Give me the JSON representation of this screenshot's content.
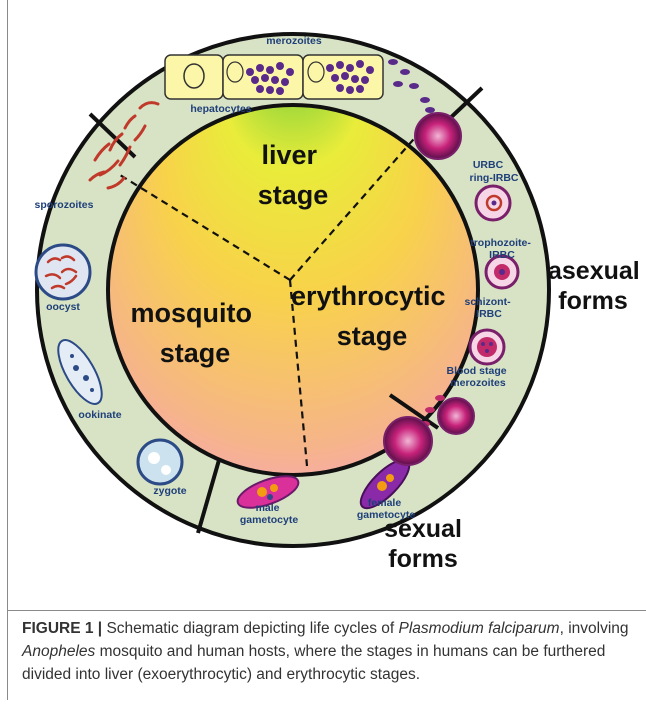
{
  "stages": {
    "liver": [
      "liver",
      "stage"
    ],
    "erythrocytic": [
      "erythrocytic",
      "stage"
    ],
    "mosquito": [
      "mosquito",
      "stage"
    ]
  },
  "forms": {
    "asexual": [
      "asexual",
      "forms"
    ],
    "sexual": [
      "sexual",
      "forms"
    ]
  },
  "labels": {
    "merozoites": "merozoites",
    "hepatocytes": "hepatocytes",
    "urbc": "URBC",
    "ring": "ring-IRBC",
    "trophozoite": [
      "trophozoite-",
      "IRBC"
    ],
    "schizont": [
      "schizont-",
      "IRBC"
    ],
    "blood_stage": [
      "Blood stage",
      "merozoites"
    ],
    "female": [
      "female",
      "gametocyte"
    ],
    "male": [
      "male",
      "gametocyte"
    ],
    "zygote": "zygote",
    "ookinate": "ookinate",
    "oocyst": "oocyst",
    "sporozoites": "sporozoites"
  },
  "caption": {
    "label": "FIGURE 1 |",
    "t1": " Schematic diagram depicting life cycles of ",
    "i1": "Plasmodium falciparum",
    "t2": ", involving ",
    "i2": "Anopheles",
    "t3": " mosquito and human hosts, where the stages in humans can be furthered divided into liver (exoerythrocytic) and erythrocytic stages."
  },
  "colors": {
    "ring_fill": "#d7e3c4",
    "label_blue": "#1f3f7a",
    "gradient_top": "#6fce3a",
    "gradient_mid": "#f4ee3c",
    "gradient_bottom": "#f7a6d6",
    "parasite_purple": "#5a2a8a",
    "rbc_red": "#c22a6a"
  }
}
